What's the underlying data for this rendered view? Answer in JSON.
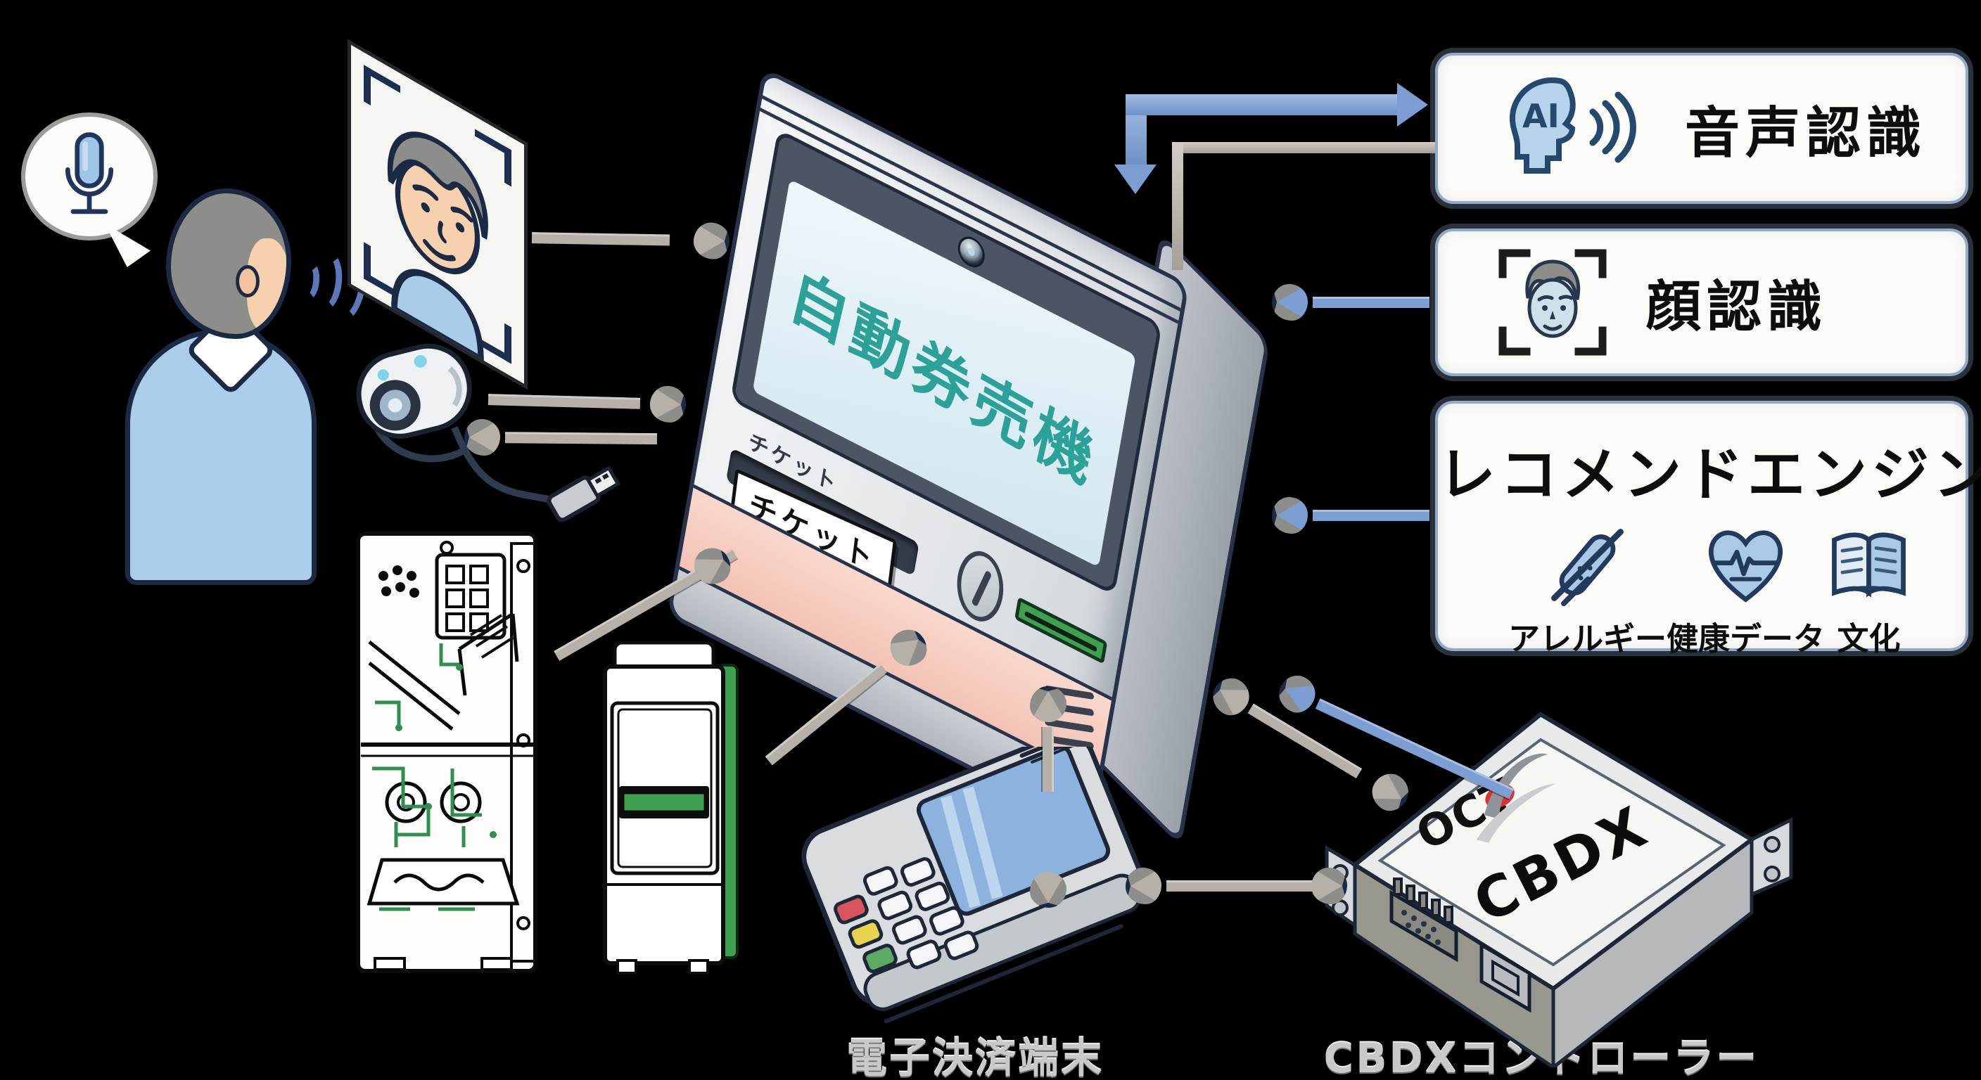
{
  "scene": {
    "background": "#000000"
  },
  "kiosk": {
    "screen_title": "自動券売機",
    "screen_title_color": "#2ba197",
    "ticket_print": "チケット",
    "ticket_tag": "チケット",
    "card_slot_color": "#3fa14f",
    "lower_panel_color": "#f6cfc2"
  },
  "user": {
    "mic_icon": "microphone-icon",
    "sound_waves_icon": "sound-waves-icon"
  },
  "face_photo": {
    "icon": "face-scan-photo"
  },
  "webcam": {
    "icon": "webcam-icon",
    "usb_icon": "usb-plug-icon"
  },
  "bill_validator": {
    "icon": "bill-validator-schematic"
  },
  "card_reader": {
    "icon": "card-reader-device"
  },
  "payment_terminal": {
    "label": "電子決済端末"
  },
  "cbdx": {
    "label": "CBDXコントローラー",
    "brand": "OCT",
    "model": "CBDX"
  },
  "modules": {
    "voice": {
      "label": "音声認識",
      "ai_badge": "AI",
      "icon": "ai-speech-head-icon"
    },
    "face": {
      "label": "顔認識",
      "icon": "face-recognition-icon"
    },
    "recommend": {
      "title": "レコメンドエンジン",
      "items": [
        {
          "label": "アレルギー",
          "icon": "no-allergen-icon"
        },
        {
          "label": "健康データ",
          "icon": "health-heart-icon"
        },
        {
          "label": "文化",
          "icon": "culture-book-icon"
        }
      ]
    }
  },
  "colors": {
    "arrow_blue": "#7d9ed3",
    "arrow_gray": "#b5b1a9",
    "box_border": "#93a9c9",
    "teal": "#2ba197",
    "green": "#3fa14f",
    "pink": "#f6cfc2"
  }
}
